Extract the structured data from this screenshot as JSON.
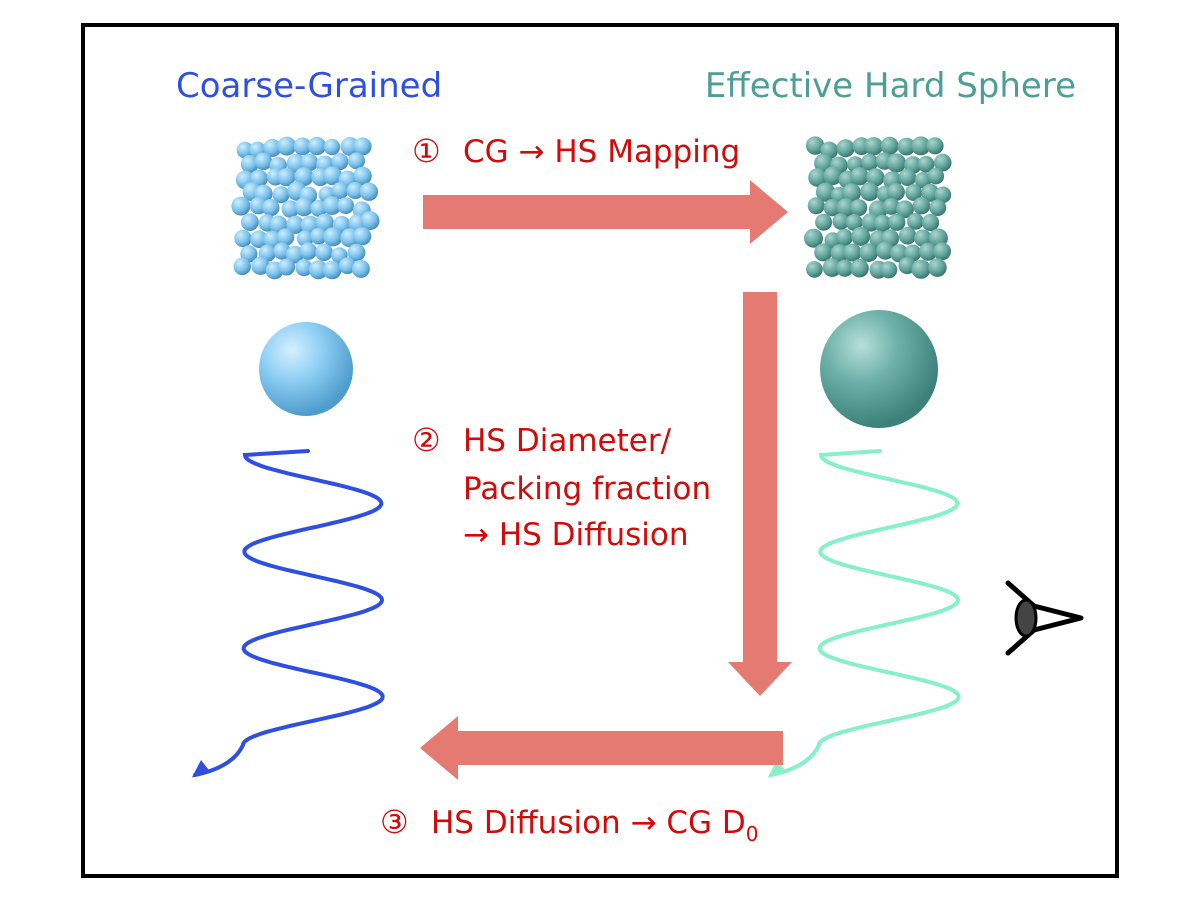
{
  "left_title": "Coarse-Grained",
  "right_title": "Effective Hard Sphere",
  "step1": {
    "num": "①",
    "text": "CG → HS Mapping"
  },
  "step2": {
    "num": "②",
    "line1": "HS Diameter/",
    "line2": "Packing fraction",
    "line3": "→ HS Diffusion"
  },
  "step3": {
    "num": "③",
    "text": "HS Diffusion → CG D",
    "subscript": "0"
  },
  "icons": {
    "left_cube": "particle-cube",
    "right_cube": "particle-cube",
    "left_sphere": "sphere",
    "right_sphere": "sphere",
    "left_path": "spiral-path",
    "right_path": "spiral-path",
    "observer": "eye-icon"
  },
  "colors": {
    "cg_blue": "#2f4fe0",
    "cg_particle": "#7cc7f0",
    "hs_teal": "#4e9e98",
    "hs_particle": "#6fb3ab",
    "hs_path": "#86f0c8",
    "arrow": "#e57a72",
    "step_text": "#d10a0a",
    "frame": "#000000"
  }
}
